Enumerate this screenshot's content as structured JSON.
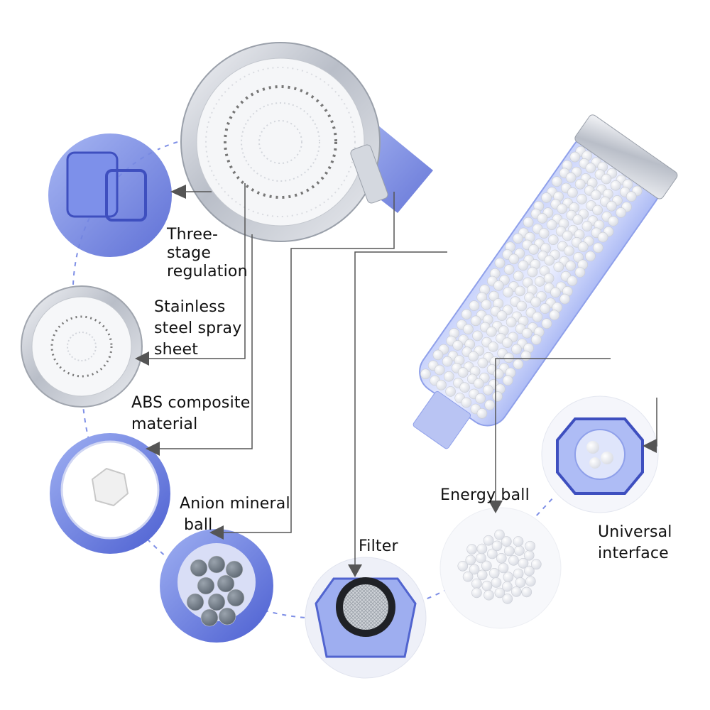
{
  "labels": {
    "three_stage": [
      "Three-",
      "stage",
      "regulation"
    ],
    "spray_sheet": [
      "Stainless",
      "steel spray",
      "sheet"
    ],
    "abs": [
      "ABS composite",
      "material"
    ],
    "anion": [
      "Anion mineral",
      "ball"
    ],
    "filter": "Filter",
    "energy": "Energy ball",
    "universal": [
      "Universal",
      "interface"
    ]
  },
  "colors": {
    "accent_blue": "#5a6fd8",
    "chrome": "#c8ccd4",
    "leader_line": "#555555",
    "text": "#111111"
  }
}
